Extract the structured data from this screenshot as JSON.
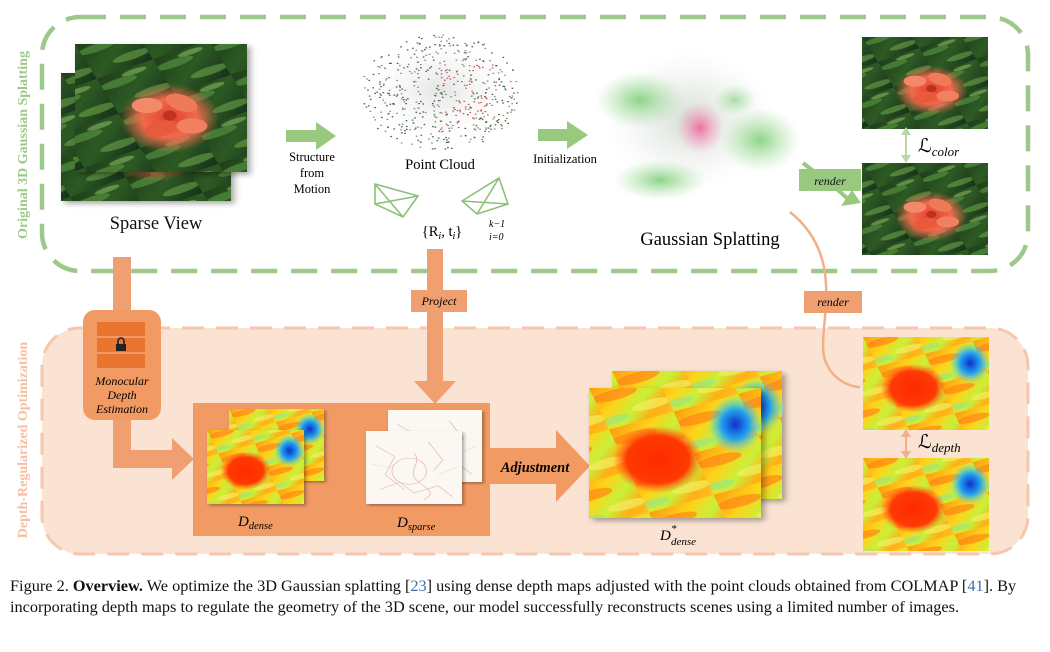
{
  "diagram": {
    "top_section_title": "Original 3D Gaussian Splatting",
    "bottom_section_title": "Depth-Regularized Optimization",
    "sparse_view_label": "Sparse View",
    "sfm_label_1": "Structure",
    "sfm_label_2": "from",
    "sfm_label_3": "Motion",
    "point_cloud_label": "Point Cloud",
    "poses_label_main": "{R",
    "poses_label_sub_i": "i",
    "poses_label_mid": ", t",
    "poses_label_sub_i2": "i",
    "poses_label_end": "}",
    "poses_sup": "k−1",
    "poses_sub": "i=0",
    "initialization_label": "Initialization",
    "gaussian_splatting_label": "Gaussian Splatting",
    "render_label_top": "render",
    "render_label_bottom": "render",
    "loss_color_symbol": "ℒ",
    "loss_color_sub": "color",
    "loss_depth_symbol": "ℒ",
    "loss_depth_sub": "depth",
    "project_label": "Project",
    "mono_depth_1": "Monocular",
    "mono_depth_2": "Depth",
    "mono_depth_3": "Estimation",
    "d_dense_main": "D",
    "d_dense_sub": "dense",
    "d_sparse_main": "D",
    "d_sparse_sub": "sparse",
    "adjustment_label": "Adjustment",
    "d_dense_star_main": "D",
    "d_dense_star_sup": "*",
    "d_dense_star_sub": "dense"
  },
  "caption": {
    "prefix": "Figure 2. ",
    "bold": "Overview.",
    "text_1": " We optimize the 3D Gaussian splatting [",
    "ref_1": "23",
    "text_2": "] using dense depth maps adjusted with the point clouds obtained from COLMAP [",
    "ref_2": "41",
    "text_3": "]. By incorporating depth maps to regulate the geometry of the 3D scene, our model successfully reconstructs scenes using a limited number of images."
  },
  "colors": {
    "green_dash": "#9cc98a",
    "green_arrow": "#98c97f",
    "orange_arrow": "#f0a070",
    "orange_box": "#f29a63",
    "peach_bg": "#fbe3d3",
    "ref_blue": "#3d6fb0"
  }
}
